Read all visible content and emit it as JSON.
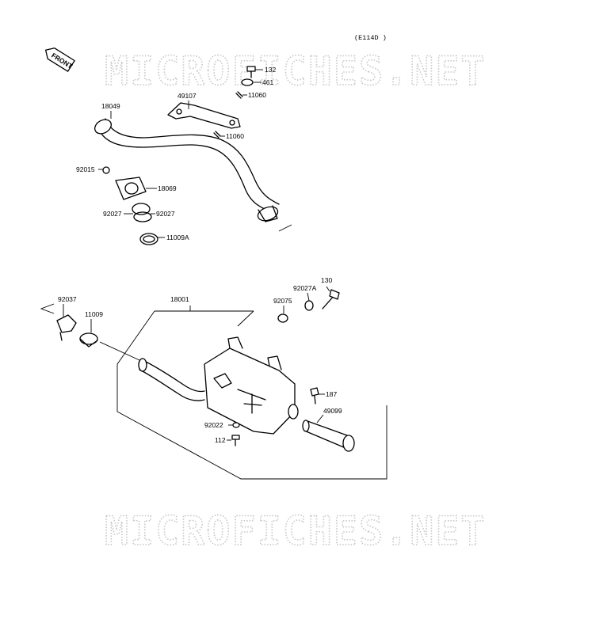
{
  "diagram_code": "(E114D )",
  "front_label": "FRONT",
  "watermark": "MICROFICHES.NET",
  "colors": {
    "background": "#ffffff",
    "ink": "#000000",
    "watermark": "#c8c8c8"
  },
  "parts": {
    "p132": "132",
    "p461": "461",
    "p49107": "49107",
    "p11060a": "11060",
    "p18049": "18049",
    "p11060b": "11060",
    "p92015": "92015",
    "p18069": "18069",
    "p92027a": "92027",
    "p92027b": "92027",
    "p11009A": "11009A",
    "p130": "130",
    "p92027A": "92027A",
    "p92075": "92075",
    "p18001": "18001",
    "p92037": "92037",
    "p11009": "11009",
    "p187": "187",
    "p49099": "49099",
    "p92022": "92022",
    "p112": "112"
  }
}
